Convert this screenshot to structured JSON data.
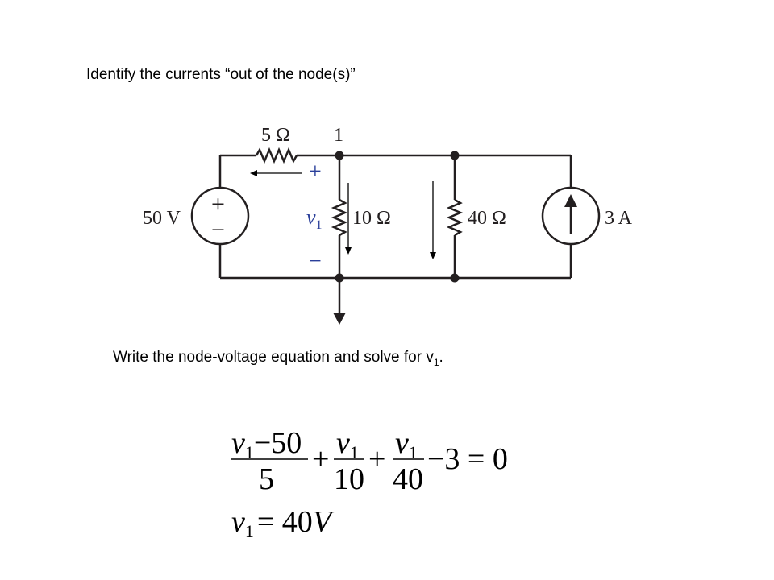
{
  "heading": "Identify the currents “out of the node(s)”",
  "instruction": {
    "text": "Write the node-voltage equation and solve for v",
    "sub": "1",
    "end": "."
  },
  "circuit": {
    "resistor_series": "5 Ω",
    "node_label": "1",
    "source_voltage": "50 V",
    "resistor_mid": "10 Ω",
    "resistor_right": "40 Ω",
    "current_source": "3 A",
    "voltage_var": "v",
    "voltage_var_sub": "1",
    "plus": "+",
    "minus": "−",
    "colors": {
      "wire": "#231f20",
      "annotation": "#2a3f9a"
    }
  },
  "equation": {
    "frac1_num_var": "v",
    "frac1_num_sub": "1",
    "frac1_num_rest": "−50",
    "frac1_den": "5",
    "plus1": "+",
    "frac2_num_var": "v",
    "frac2_num_sub": "1",
    "frac2_den": "10",
    "plus2": "+",
    "frac3_num_var": "v",
    "frac3_num_sub": "1",
    "frac3_den": "40",
    "tail": "−3 = 0",
    "result_var": "v",
    "result_sub": "1",
    "result_rest": "= 40",
    "result_unit": "V"
  }
}
